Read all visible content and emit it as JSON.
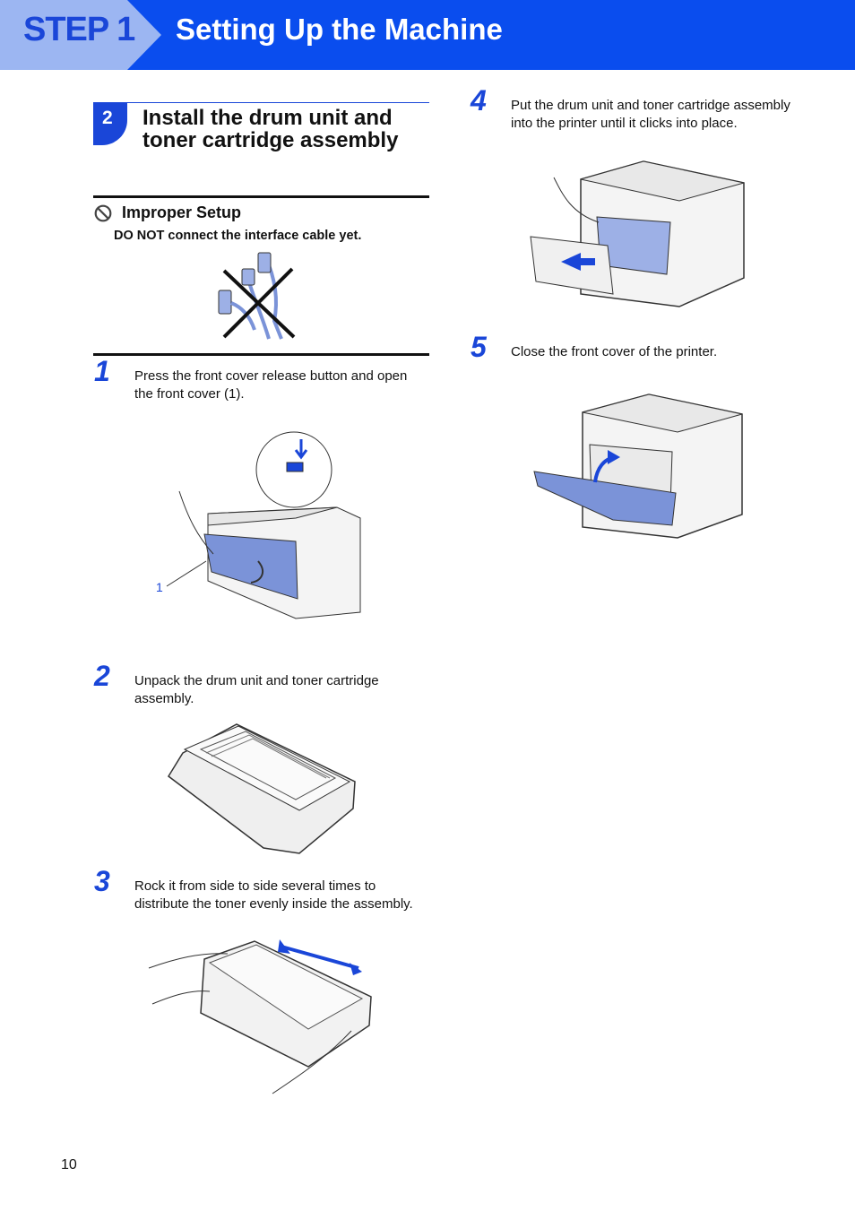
{
  "header": {
    "step_label": "STEP 1",
    "title": "Setting Up the Machine"
  },
  "section": {
    "number": "2",
    "title_line1": "Install the drum unit and",
    "title_line2": "toner cartridge assembly"
  },
  "improper_setup": {
    "title": "Improper Setup",
    "text": "DO NOT connect the interface cable yet."
  },
  "steps": [
    {
      "number": "1",
      "text_line1": "Press the front cover release button and open",
      "text_line2": "the front cover (1)."
    },
    {
      "number": "2",
      "text_line1": "Unpack the drum unit and toner cartridge",
      "text_line2": "assembly."
    },
    {
      "number": "3",
      "text_line1": "Rock it from side to side several times to",
      "text_line2": "distribute the toner evenly inside the assembly."
    },
    {
      "number": "4",
      "text_line1": "Put the drum unit and toner cartridge assembly",
      "text_line2": "into the printer until it clicks into place."
    },
    {
      "number": "5",
      "text_line1": "Close the front cover of the printer.",
      "text_line2": ""
    }
  ],
  "callout_1": "1",
  "page_number": "10",
  "colors": {
    "brand_blue": "#0a4dee",
    "accent_blue": "#1a46d8"
  }
}
